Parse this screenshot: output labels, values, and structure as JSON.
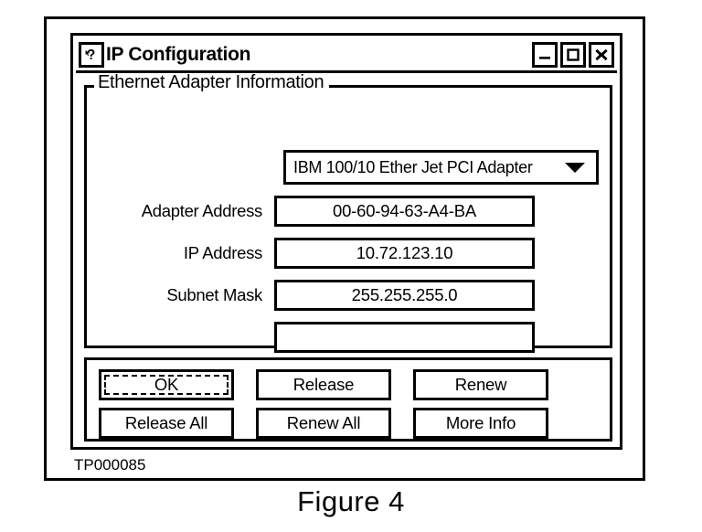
{
  "figure": {
    "caption": "Figure 4",
    "reference_label": "TP000085"
  },
  "window": {
    "title": "IP Configuration",
    "icon": "question-mark-pointer-icon",
    "controls": [
      {
        "name": "minimize",
        "glyph": "minimize-icon"
      },
      {
        "name": "maximize",
        "glyph": "maximize-icon"
      },
      {
        "name": "close",
        "glyph": "close-icon"
      }
    ]
  },
  "group": {
    "title": "Ethernet Adapter Information"
  },
  "adapter_select": {
    "selected": "IBM 100/10 Ether Jet PCI Adapter",
    "arrow": "chevron-down-icon"
  },
  "fields": [
    {
      "label": "Adapter Address",
      "value": "00-60-94-63-A4-BA"
    },
    {
      "label": "IP Address",
      "value": "10.72.123.10"
    },
    {
      "label": "Subnet Mask",
      "value": "255.255.255.0"
    },
    {
      "label": "",
      "value": ""
    }
  ],
  "buttons": {
    "row1": [
      {
        "label": "OK",
        "focused": true
      },
      {
        "label": "Release",
        "focused": false
      },
      {
        "label": "Renew",
        "focused": false
      }
    ],
    "row2": [
      {
        "label": "Release All",
        "focused": false
      },
      {
        "label": "Renew All",
        "focused": false
      },
      {
        "label": "More Info",
        "focused": false
      }
    ]
  },
  "colors": {
    "ink": "#000000",
    "paper": "#ffffff"
  }
}
